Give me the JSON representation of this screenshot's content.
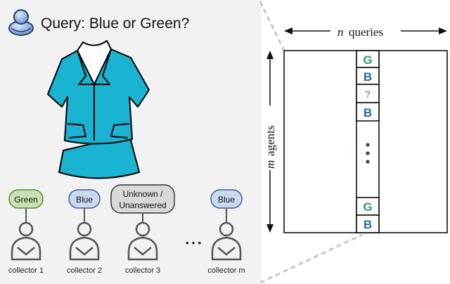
{
  "query": {
    "text": "Query: Blue or Green?"
  },
  "collectors": [
    {
      "answer": "Green",
      "label": "collector 1",
      "answer_color": "#c7e2b0",
      "answer_border": "#5a8a35"
    },
    {
      "answer": "Blue",
      "label": "collector 2",
      "answer_color": "#c9d9f0",
      "answer_border": "#3f5f8f"
    },
    {
      "answer_line1": "Unknown /",
      "answer_line2": "Unanswered",
      "label": "collector 3",
      "answer_color": "#d9d9d9",
      "answer_border": "#333333"
    },
    {
      "answer": "Blue",
      "label": "collector m",
      "answer_color": "#c9d9f0",
      "answer_border": "#3f5f8f"
    }
  ],
  "ellipsis": "• • •",
  "matrix": {
    "columns_label": "queries",
    "columns_symbol": "n",
    "rows_label": "agents",
    "rows_symbol": "m",
    "cells": [
      {
        "text": "G",
        "color": "#2aa05a"
      },
      {
        "text": "B",
        "color": "#2166b8"
      },
      {
        "text": "?",
        "color": "#999999"
      },
      {
        "text": "B",
        "color": "#2166b8"
      },
      {
        "text": "G",
        "color": "#2aa05a"
      },
      {
        "text": "B",
        "color": "#2166b8"
      }
    ]
  },
  "colors": {
    "panel_bg": "#f2f2f2",
    "shirt": "#1ab3d1",
    "person_stroke": "#555555"
  }
}
